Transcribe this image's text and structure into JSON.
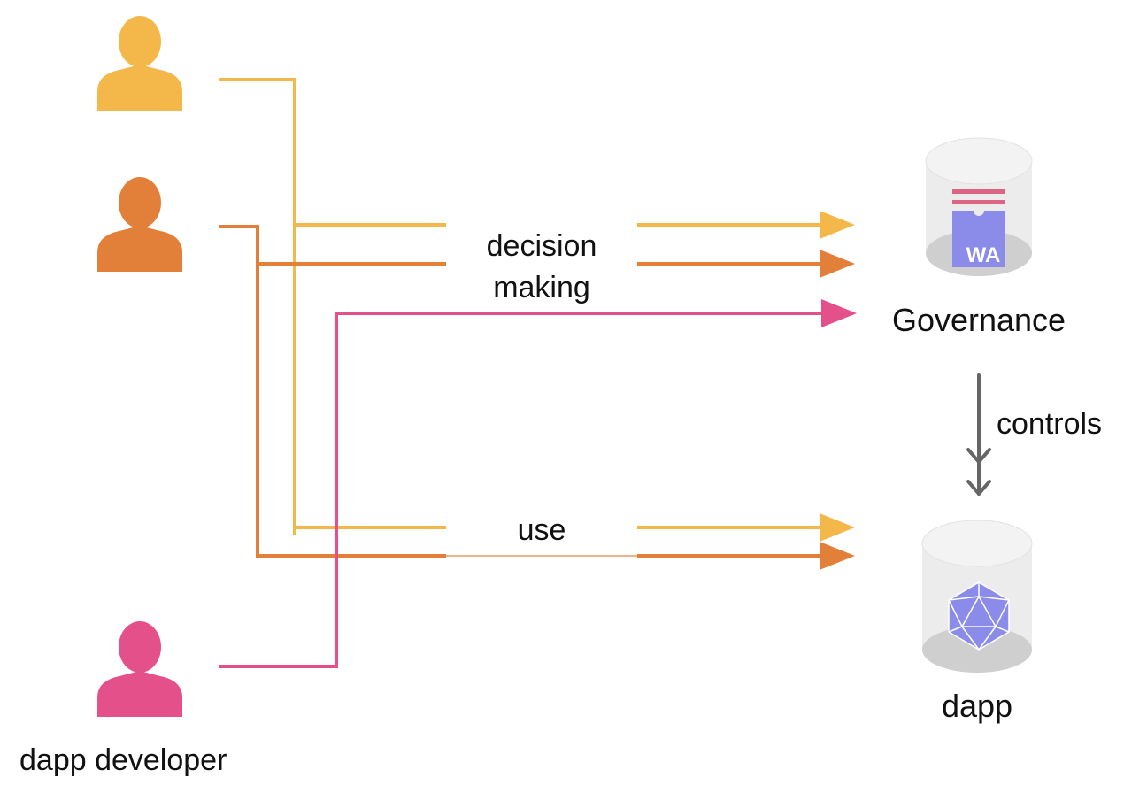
{
  "colors": {
    "yellow": "#F4B74A",
    "orange": "#E2803A",
    "pink": "#E4508A",
    "gray_arrow": "#666666",
    "cylinder": "#e6e6e6",
    "cylinder_dark": "#cfcfcf",
    "badge": "#8B8BEA",
    "badge_stripe": "#DE6484",
    "icosahedron": "#8B8BEA"
  },
  "actors": {
    "developer_label": "dapp developer"
  },
  "labels": {
    "decision_line1": "decision",
    "decision_line2": "making",
    "use": "use",
    "controls": "controls"
  },
  "governance": {
    "label": "Governance",
    "badge_text": "WA",
    "icon": "governance-badge-icon"
  },
  "dapp": {
    "label": "dapp",
    "icon": "icosahedron-icon"
  }
}
